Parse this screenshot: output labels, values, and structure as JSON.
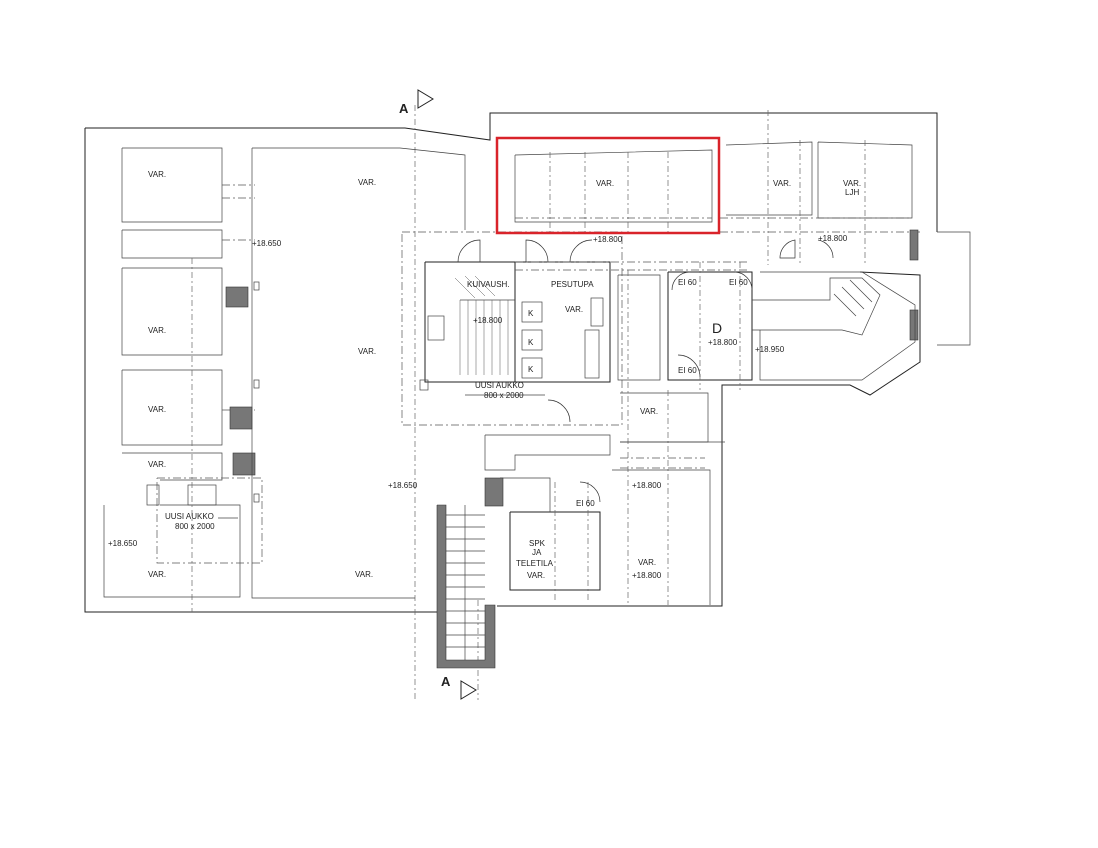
{
  "section_markers": {
    "top": "A",
    "bottom": "A"
  },
  "rooms": {
    "left_var_1": "VAR.",
    "left_var_2": "VAR.",
    "left_var_3": "VAR.",
    "left_var_4": "VAR.",
    "left_var_5": "VAR.",
    "big_var_top": "VAR.",
    "big_var_mid": "VAR.",
    "big_var_bottom": "VAR.",
    "highlight_var": "VAR.",
    "top_right_var": "VAR.",
    "ljh_var": "VAR.",
    "ljh": "LJH",
    "kuivaush": "KUIVAUSH.",
    "pesutupa": "PESUTUPA",
    "pesutupa_var": "VAR.",
    "d": "D",
    "center_var": "VAR.",
    "bottom_right_var": "VAR.",
    "spk": "SPK",
    "ja": "JA",
    "teletila": "TELETILA",
    "teletila_var": "VAR."
  },
  "levels": {
    "left_650": "+18.650",
    "bottom_left_650": "+18.650",
    "mid_650": "+18.650",
    "top_800": "+18.800",
    "top_right_800": "+18.800",
    "kuivaush_800": "+18.800",
    "d_800": "+18.800",
    "d_950": "+18.950",
    "mid_right_800": "+18.800",
    "bottom_right_800": "+18.800"
  },
  "fire_doors": {
    "d_top_left": "EI 60",
    "d_top_right": "EI 60",
    "d_bottom": "EI 60",
    "teletila": "EI 60"
  },
  "openings": {
    "left": {
      "title": "UUSI AUKKO",
      "size": "800 x 2000"
    },
    "center": {
      "title": "UUSI AUKKO",
      "size": "800 x 2000"
    }
  },
  "fixtures": {
    "k1": "K",
    "k2": "K",
    "k3": "K"
  },
  "colors": {
    "highlight": "#d9232a",
    "wall": "#222222",
    "fill_grey": "#777777"
  }
}
